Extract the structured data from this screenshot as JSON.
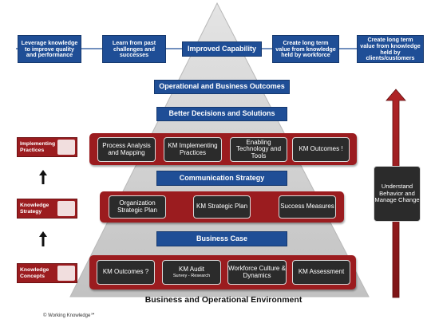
{
  "top_row": [
    "Leverage knowledge to improve quality and performance",
    "Learn from past challenges and successes",
    "Create long term value from knowledge held by workforce",
    "Create long term value from knowledge held by clients/customers"
  ],
  "improved_capability": "Improved Capability",
  "operational_outcomes": "Operational and Business Outcomes",
  "better_decisions": "Better Decisions and Solutions",
  "implementing": {
    "label": "Implementing Practices",
    "items": [
      "Process Analysis and Mapping",
      "KM Implementing Practices",
      "Enabling Technology and Tools",
      "KM Outcomes !"
    ]
  },
  "communication_strategy": "Communication Strategy",
  "strategy": {
    "label": "Knowledge Strategy",
    "items": [
      "Organization Strategic Plan",
      "KM Strategic Plan",
      "Success Measures"
    ]
  },
  "business_case": "Business Case",
  "concepts": {
    "label": "Knowledge Concepts",
    "items": [
      {
        "title": "KM Outcomes ?",
        "sub": ""
      },
      {
        "title": "KM Audit",
        "sub": "Survey - Research"
      },
      {
        "title": "Workforce Culture & Dynamics",
        "sub": ""
      },
      {
        "title": "KM Assessment",
        "sub": ""
      }
    ]
  },
  "right_box": "Understand Behavior and Manage Change",
  "environment": "Business and Operational Environment",
  "copyright": "© Working Knowledge℠",
  "colors": {
    "blue": "#1f4e96",
    "red": "#9b1c1f",
    "dark": "#2b2b2b",
    "pyramid": "#c9c9c9"
  }
}
